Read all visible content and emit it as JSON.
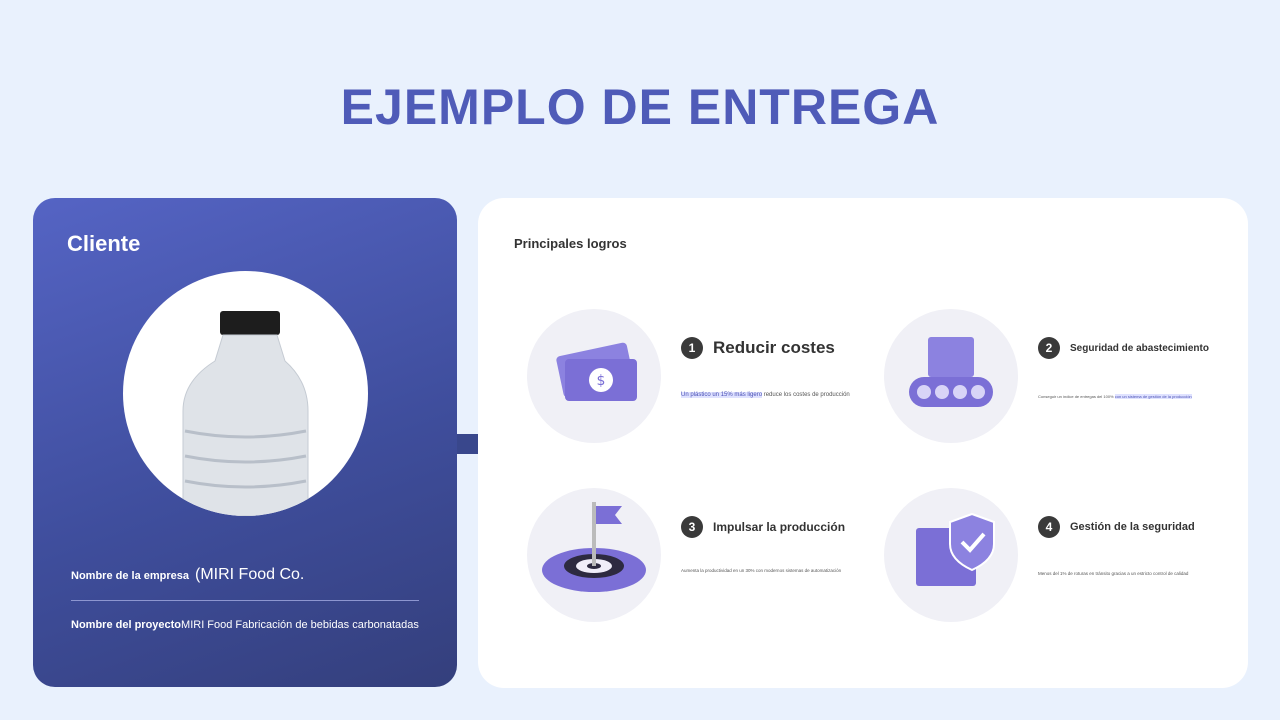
{
  "title": "EJEMPLO DE ENTREGA",
  "client": {
    "heading": "Cliente",
    "company_label": "Nombre de la empresa",
    "company_value": "(MIRI Food Co.",
    "project_label": "Nombre del proyecto",
    "project_value": "MIRI Food Fabricación de bebidas carbonatadas"
  },
  "panel": {
    "heading": "Principales logros",
    "items": [
      {
        "num": "1",
        "title": "Reducir costes",
        "highlight": "Un plástico un 15% más ligero",
        "desc": " reduce los costes de producción",
        "icon": "money-icon"
      },
      {
        "num": "2",
        "title": "Seguridad de abastecimiento",
        "desc": "Conseguir un índice de entregas del 100% ",
        "highlight": "con un sistema de gestión de la producción",
        "icon": "conveyor-box-icon"
      },
      {
        "num": "3",
        "title": "Impulsar la producción",
        "desc": "Aumenta la productividad en un 30% con modernos sistemas de automatización",
        "icon": "target-gear-flag-icon"
      },
      {
        "num": "4",
        "title": "Gestión de la seguridad",
        "desc": "Menos del 1% de roturas en tránsito gracias a un estricto control de calidad",
        "icon": "box-shield-icon"
      }
    ]
  },
  "colors": {
    "accent": "#4f5bb8",
    "icon": "#7b6fd6"
  }
}
